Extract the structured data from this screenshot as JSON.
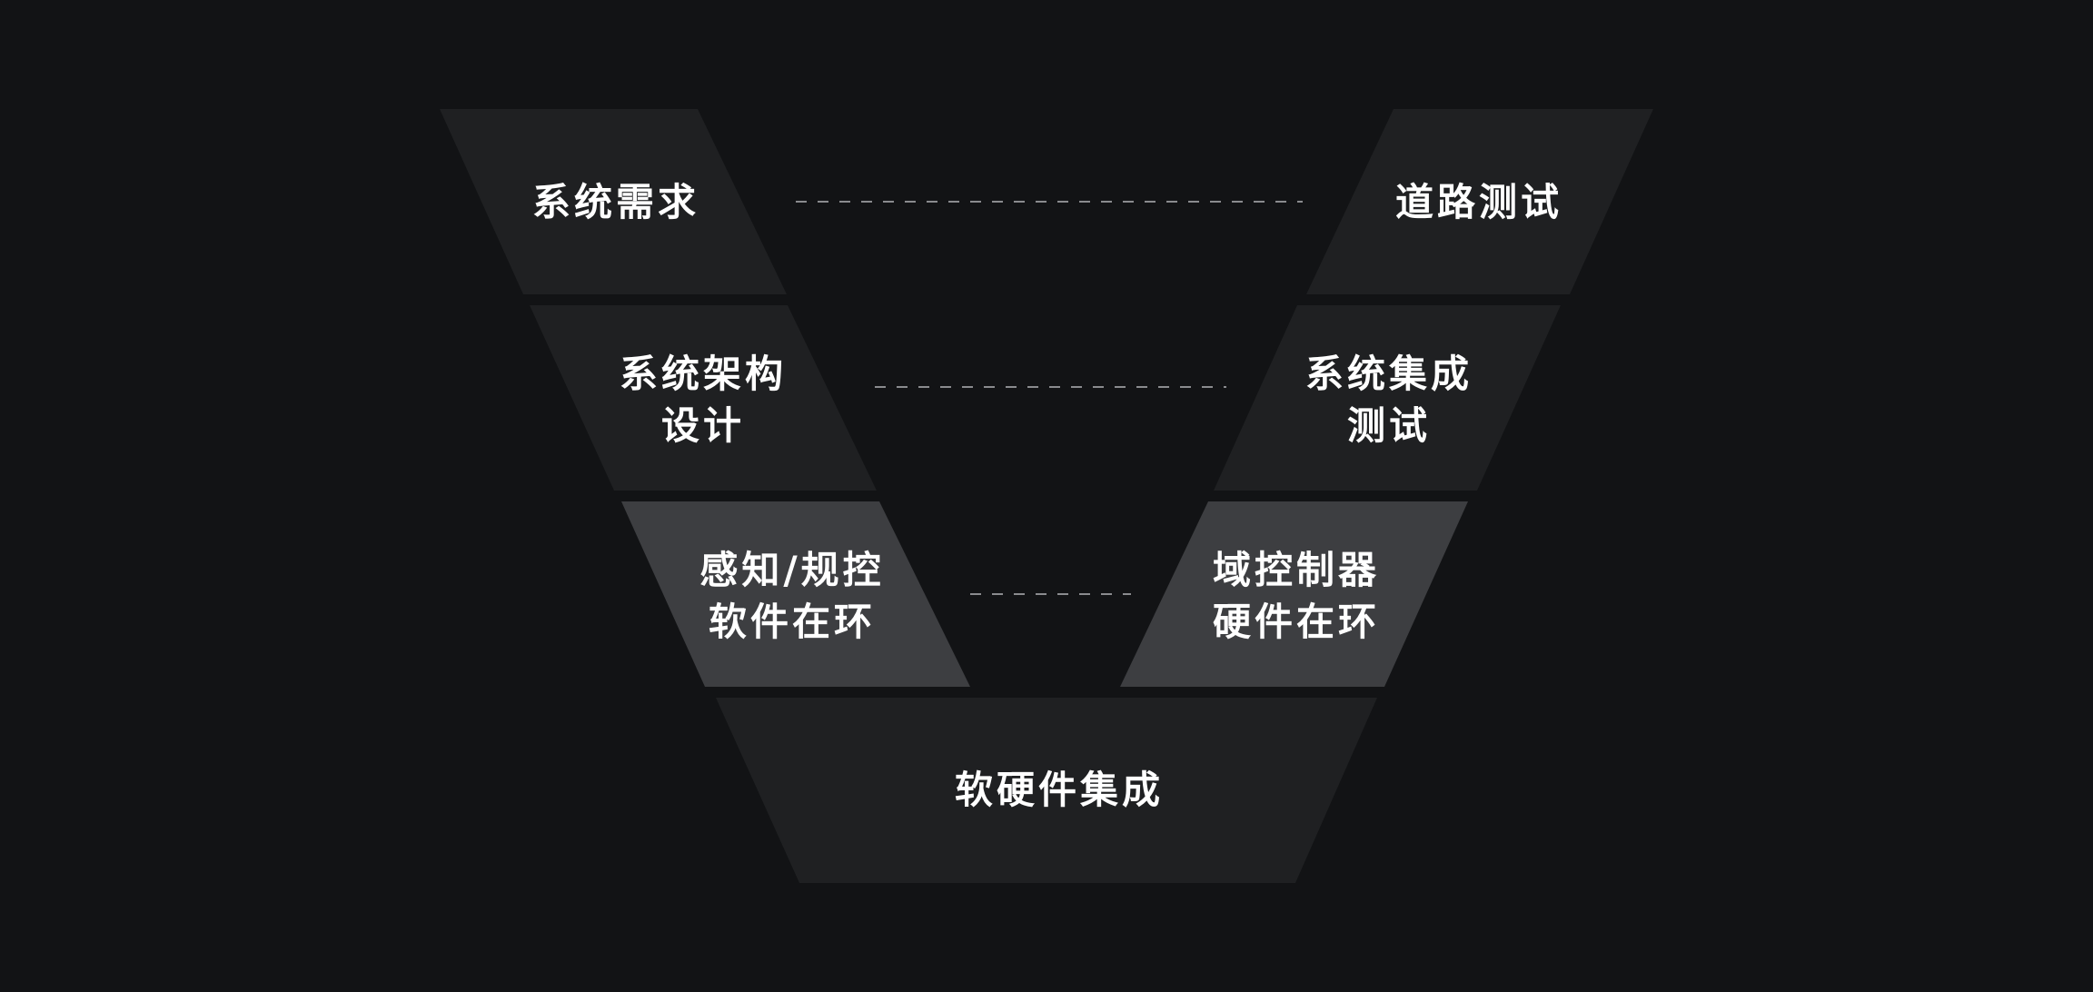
{
  "colors": {
    "background": "#121315",
    "block_dark": "#1f2022",
    "block_light": "#3d3e41",
    "text": "#ffffff",
    "connector": "#8a8b8e"
  },
  "diagram": {
    "left_arm": [
      {
        "lines": [
          "系统需求"
        ]
      },
      {
        "lines": [
          "系统架构",
          "设计"
        ]
      },
      {
        "lines": [
          "感知/规控",
          "软件在环"
        ]
      }
    ],
    "right_arm": [
      {
        "lines": [
          "道路测试"
        ]
      },
      {
        "lines": [
          "系统集成",
          "测试"
        ]
      },
      {
        "lines": [
          "域控制器",
          "硬件在环"
        ]
      }
    ],
    "bottom": {
      "lines": [
        "软硬件集成"
      ]
    }
  }
}
